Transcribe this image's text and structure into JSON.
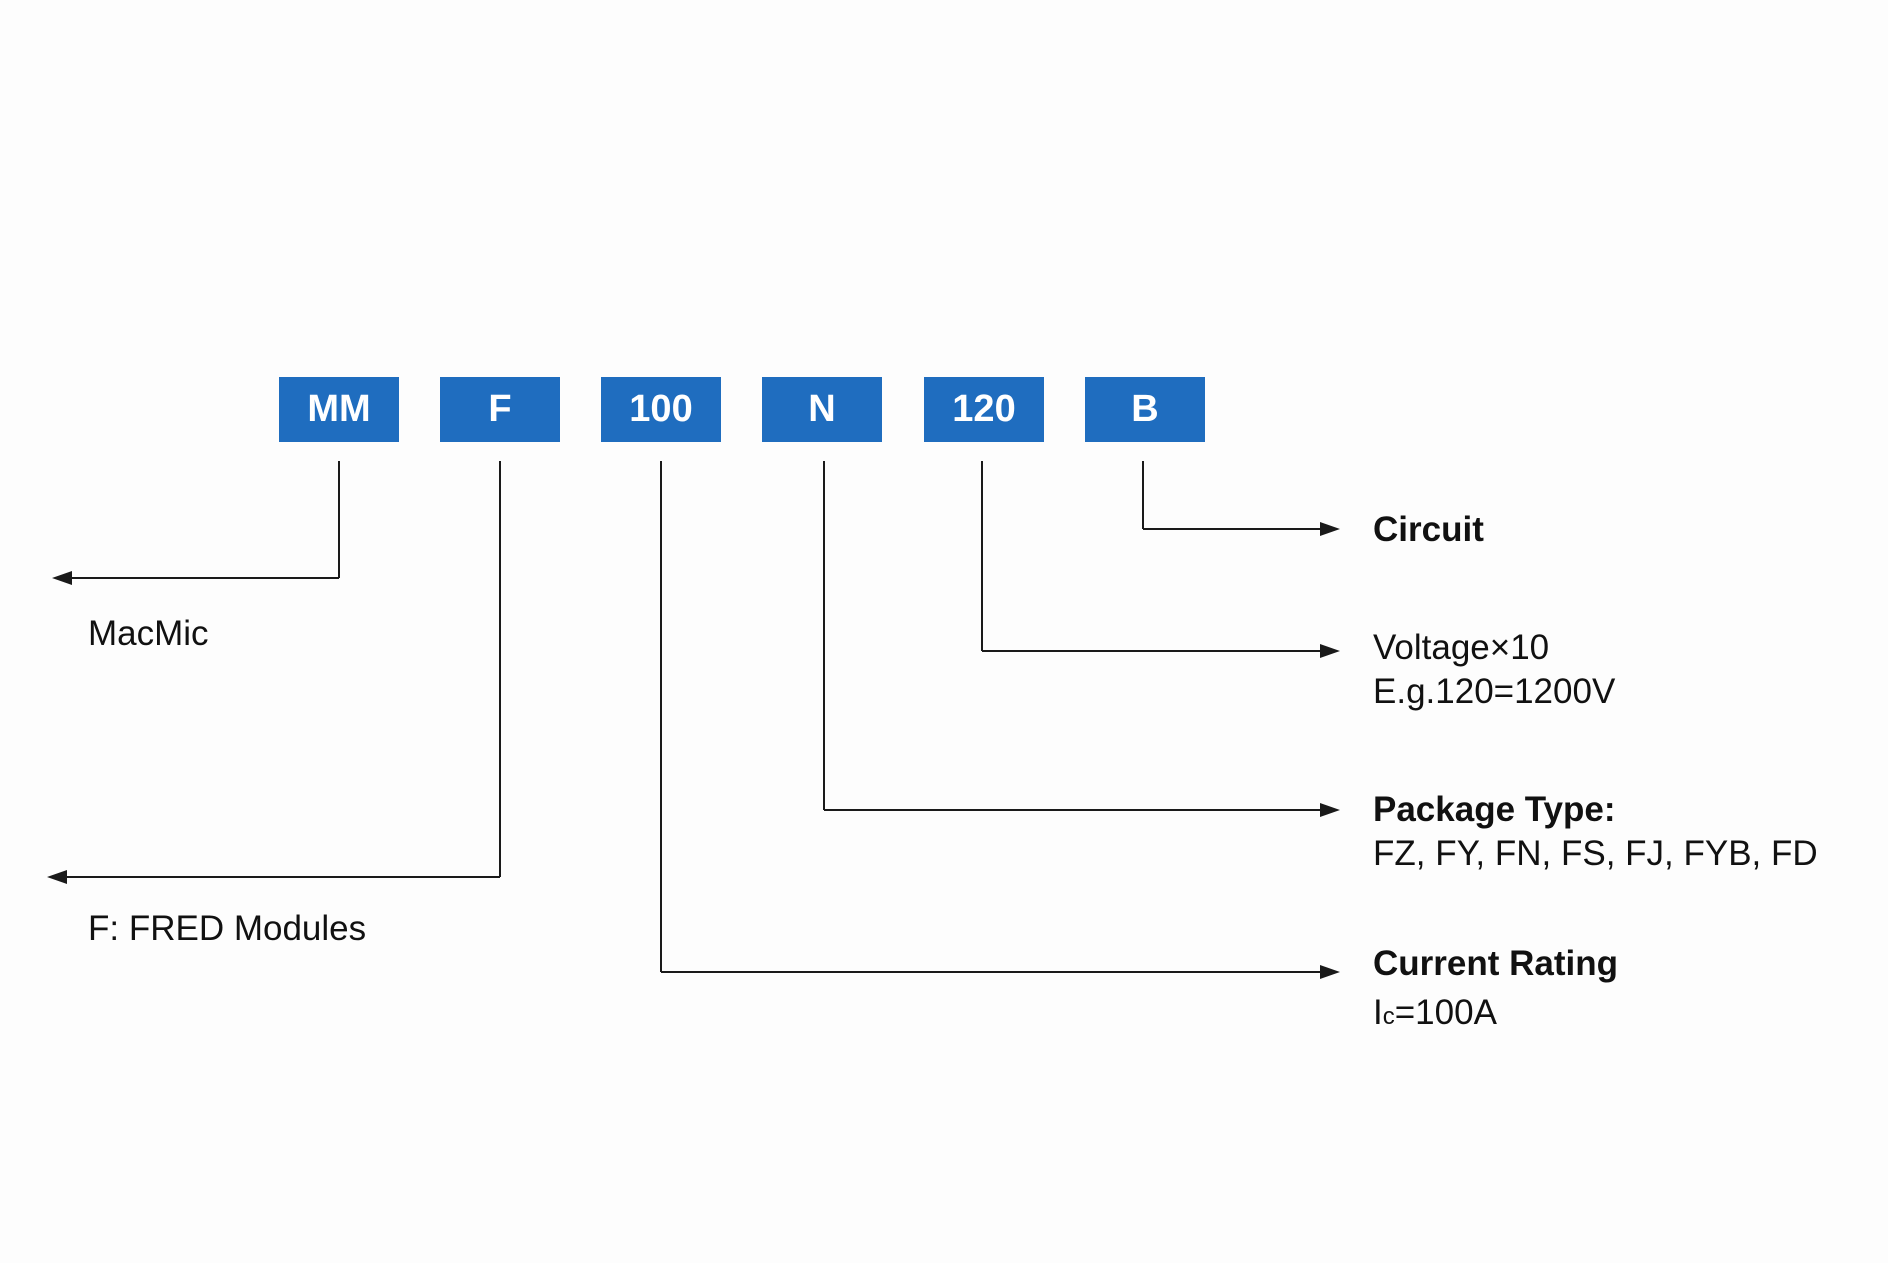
{
  "code_segments": [
    {
      "id": "mm",
      "text": "MM"
    },
    {
      "id": "f",
      "text": "F"
    },
    {
      "id": "current",
      "text": "100"
    },
    {
      "id": "n",
      "text": "N"
    },
    {
      "id": "voltage",
      "text": "120"
    },
    {
      "id": "b",
      "text": "B"
    }
  ],
  "left_labels": {
    "brand": "MacMic",
    "family": "F: FRED Modules"
  },
  "right_labels": {
    "circuit": {
      "title": "Circuit"
    },
    "voltage": {
      "line1": "Voltage×10",
      "line2": "E.g.120=1200V"
    },
    "package": {
      "title": "Package Type:",
      "desc": "FZ, FY, FN, FS, FJ, FYB, FD"
    },
    "current": {
      "title": "Current Rating",
      "symbol": "I",
      "subscript": "c",
      "value": "=100A"
    }
  },
  "colors": {
    "box_fill": "#1f6dbf",
    "box_text": "#ffffff",
    "line": "#1a1a1a",
    "text": "#111111"
  }
}
